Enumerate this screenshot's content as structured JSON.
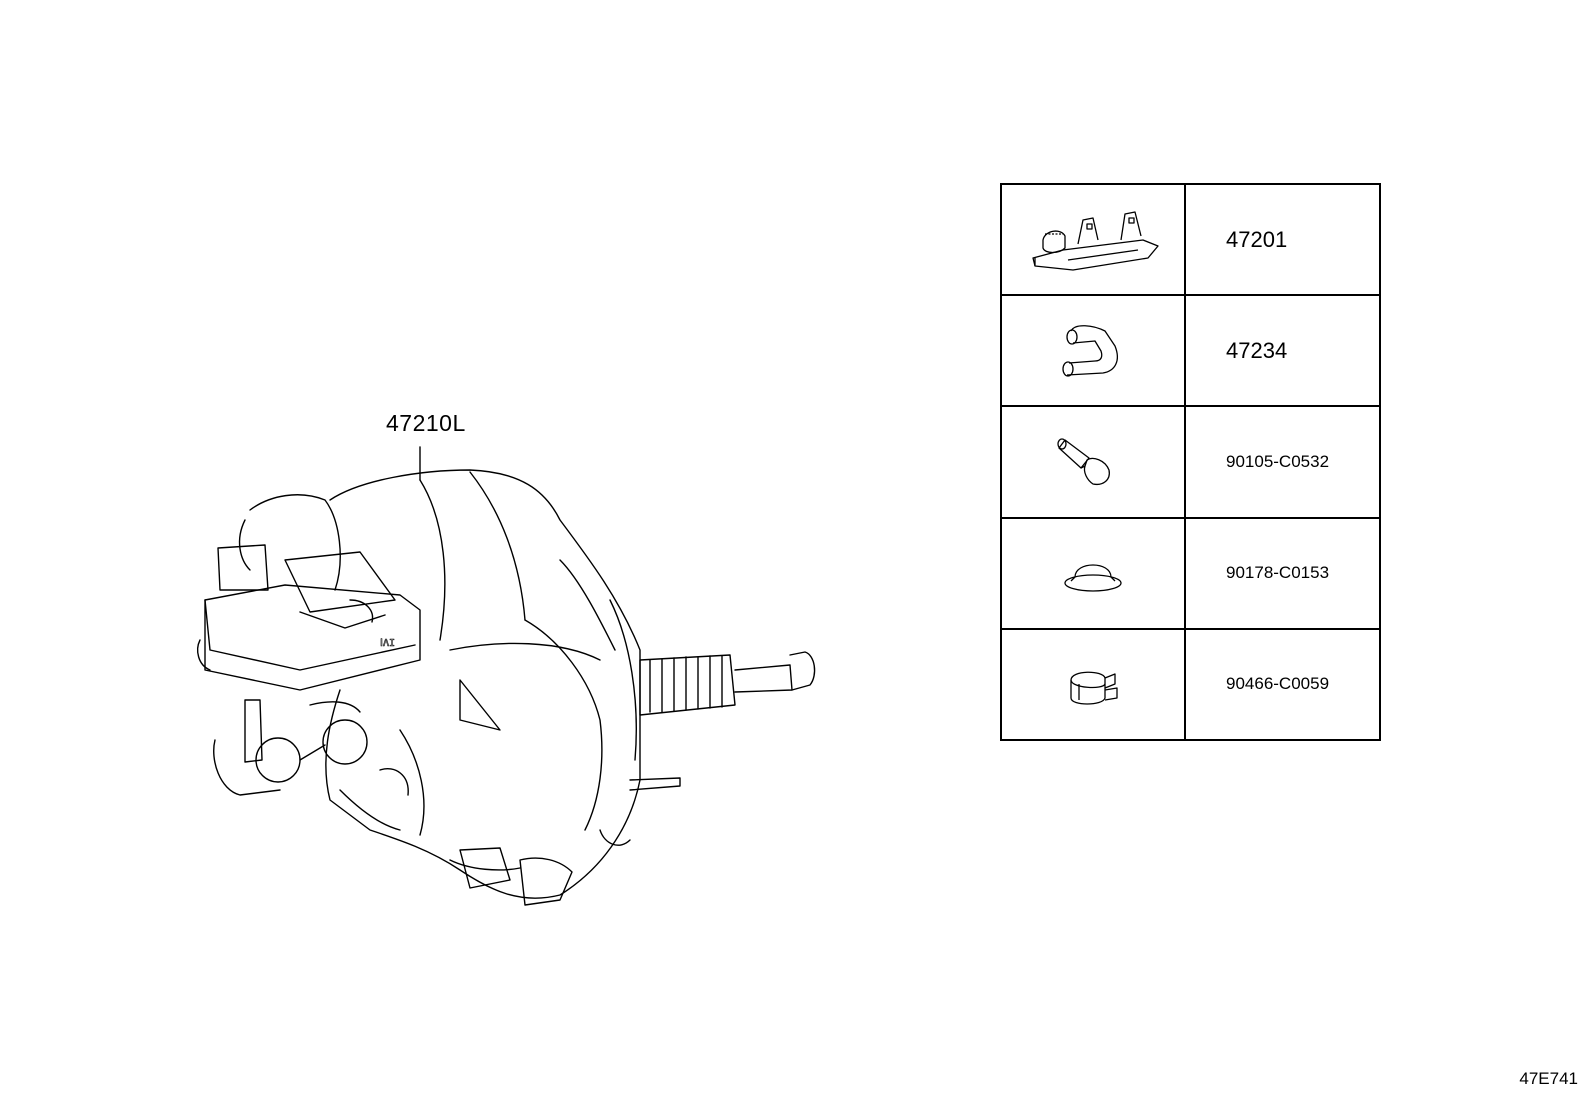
{
  "main_part": {
    "number": "47210L",
    "icon": "brake-booster-master-cylinder-assembly"
  },
  "parts_table": [
    {
      "icon": "reservoir-bracket-icon",
      "number": "47201"
    },
    {
      "icon": "hose-icon",
      "number": "47234"
    },
    {
      "icon": "bolt-icon",
      "number": "90105-C0532"
    },
    {
      "icon": "cap-icon",
      "number": "90178-C0153"
    },
    {
      "icon": "clip-icon",
      "number": "90466-C0059"
    }
  ],
  "diagram_code": "47E741"
}
